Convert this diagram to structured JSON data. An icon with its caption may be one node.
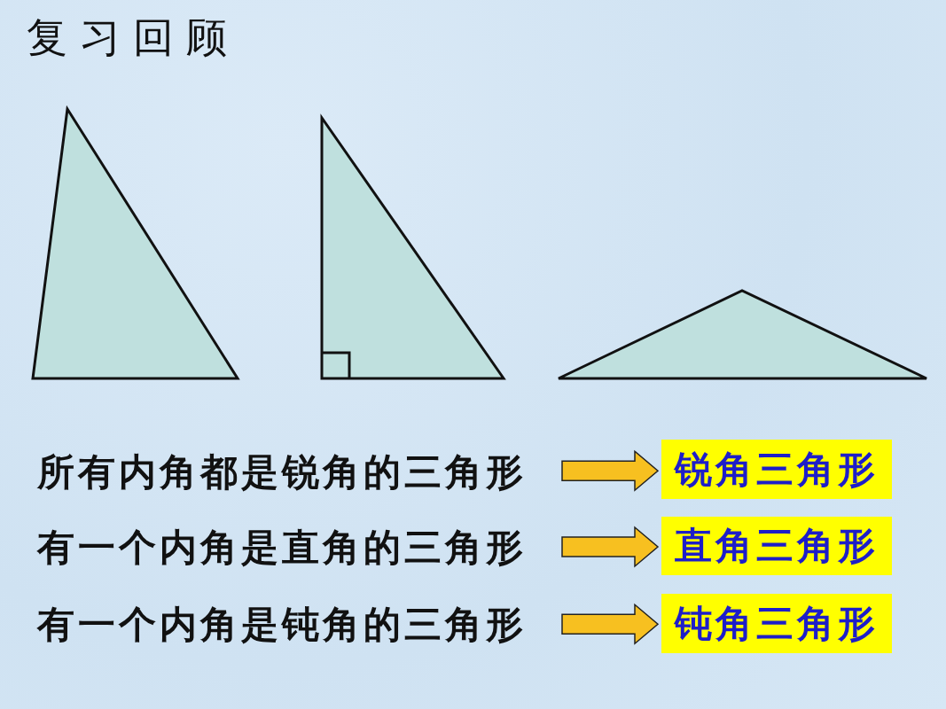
{
  "diagram": {
    "title": "复习回顾",
    "nodes": [
      {
        "text": [],
        "shape": "triangle"
      },
      {
        "text": [],
        "shape": "triangle"
      },
      {
        "text": [],
        "shape": "triangle"
      },
      {
        "text": [
          "所有内角都是锐角的三角形"
        ]
      },
      {
        "text": [
          "锐角三角形"
        ]
      },
      {
        "text": [
          "有一个内角是直角的三角形"
        ]
      },
      {
        "text": [
          "直角三角形"
        ]
      },
      {
        "text": [
          "有一个内角是钝角的三角形"
        ]
      },
      {
        "text": [
          "钝角三角形"
        ]
      }
    ],
    "edges": [
      {
        "from": 3,
        "to": 4,
        "arrow": "to"
      },
      {
        "from": 5,
        "to": 6,
        "arrow": "to"
      },
      {
        "from": 7,
        "to": 8,
        "arrow": "to"
      }
    ]
  }
}
